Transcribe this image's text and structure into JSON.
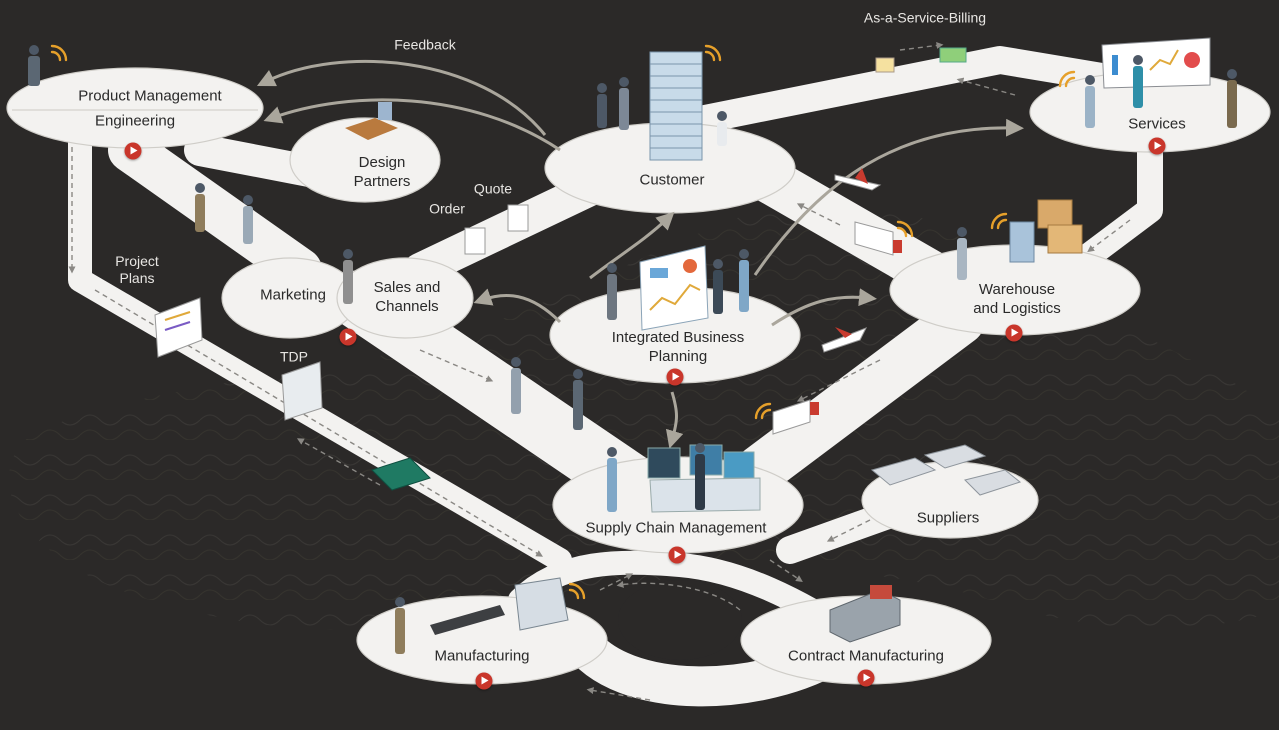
{
  "nodes": {
    "product_management": {
      "line1": "Product Management",
      "line2": "Engineering"
    },
    "design_partners": {
      "line1": "Design",
      "line2": "Partners"
    },
    "customer": {
      "label": "Customer"
    },
    "services": {
      "label": "Services"
    },
    "marketing": {
      "label": "Marketing"
    },
    "sales_channels": {
      "line1": "Sales and",
      "line2": "Channels"
    },
    "ibp": {
      "line1": "Integrated Business",
      "line2": "Planning"
    },
    "warehouse": {
      "line1": "Warehouse",
      "line2": "and Logistics"
    },
    "scm": {
      "label": "Supply Chain Management"
    },
    "suppliers": {
      "label": "Suppliers"
    },
    "manufacturing": {
      "label": "Manufacturing"
    },
    "contract_manufacturing": {
      "label": "Contract Manufacturing"
    }
  },
  "flows": {
    "feedback": "Feedback",
    "billing": "As-a-Service-Billing",
    "quote": "Quote",
    "order": "Order",
    "project_plans": {
      "line1": "Project",
      "line2": "Plans"
    },
    "tdp": "TDP"
  },
  "colors": {
    "background": "#2b2928",
    "platform": "#f3f2f0",
    "play_button": "#c9362b",
    "label_light": "#e8e6e3"
  },
  "icons": [
    "play-icon",
    "wifi-icon",
    "server-rack-icon",
    "truck-icon",
    "airplane-icon",
    "factory-icon",
    "dashboard-board-icon",
    "boxes-icon",
    "document-icon",
    "circuit-board-icon"
  ]
}
